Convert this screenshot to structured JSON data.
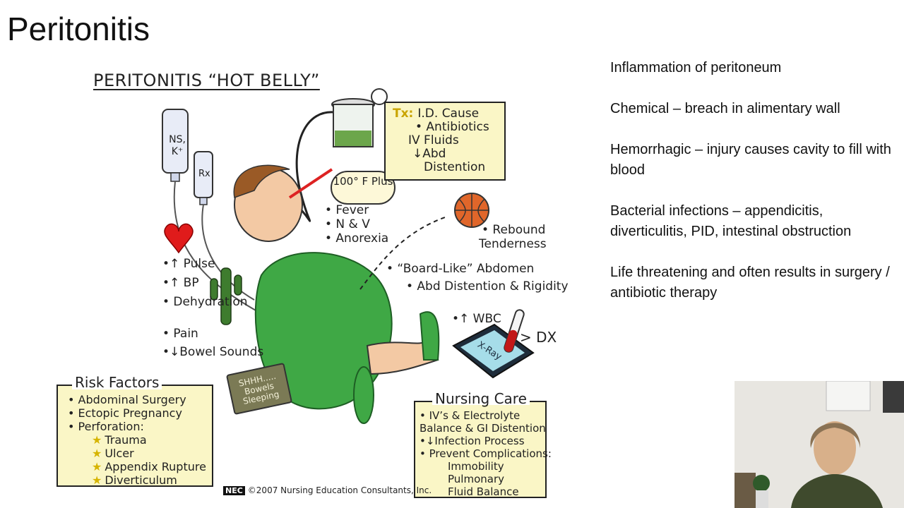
{
  "slide": {
    "title": "Peritonitis"
  },
  "illustration": {
    "title": "PERITONITIS “HOT BELLY”",
    "iv_bag_label": "NS, K⁺",
    "rx_bag_label": "Rx",
    "thermometer_label": "100° F Plus",
    "tx_box": {
      "heading": "Tx:",
      "lines": [
        "I.D. Cause",
        "• Antibiotics",
        "IV Fluids",
        "↓Abd",
        "Distention"
      ]
    },
    "symptoms_face": [
      "• Fever",
      "• N & V",
      "• Anorexia"
    ],
    "rebound": [
      "• Rebound",
      "Tenderness"
    ],
    "abdomen": [
      "• “Board-Like” Abdomen",
      "• Abd Distention & Rigidity"
    ],
    "vitals": [
      "•↑ Pulse",
      "•↑ BP",
      "• Dehydration"
    ],
    "pain": [
      "• Pain",
      "•↓Bowel Sounds"
    ],
    "wbc": "•↑ WBC",
    "dx": "> DX",
    "xray_label": "X-Ray",
    "sign_text": "SHHH..... Bowels Sleeping",
    "risk_factors": {
      "title": "Risk Factors",
      "items": [
        "• Abdominal Surgery",
        "• Ectopic Pregnancy",
        "• Perforation:"
      ],
      "sub_items": [
        "Trauma",
        "Ulcer",
        "Appendix Rupture",
        "Diverticulum"
      ]
    },
    "nursing_care": {
      "title": "Nursing Care",
      "items": [
        "• IV’s & Electrolyte",
        "Balance & GI Distention",
        "•↓Infection Process",
        "• Prevent Complications:"
      ],
      "sub_items": [
        "Immobility",
        "Pulmonary",
        "Fluid Balance"
      ]
    },
    "copyright": {
      "logo": "NEC",
      "text": "©2007 Nursing Education Consultants, Inc."
    }
  },
  "notes": [
    "Inflammation of peritoneum",
    "Chemical – breach in alimentary wall",
    "Hemorrhagic – injury causes cavity to fill with blood",
    "Bacterial infections – appendicitis, diverticulitis, PID, intestinal obstruction",
    "Life threatening and often results in surgery / antibiotic therapy"
  ],
  "colors": {
    "gown": "#3fa845",
    "box_fill": "#faf6c6",
    "heart": "#e01b1b",
    "basketball": "#e0662a",
    "cactus": "#3e7c2e"
  },
  "icons": [
    "iv-bag-icon",
    "heart-icon",
    "cactus-icon",
    "basketball-icon",
    "suction-canister-icon",
    "thermometer-icon",
    "test-tube-icon",
    "xray-icon",
    "star-icon"
  ]
}
